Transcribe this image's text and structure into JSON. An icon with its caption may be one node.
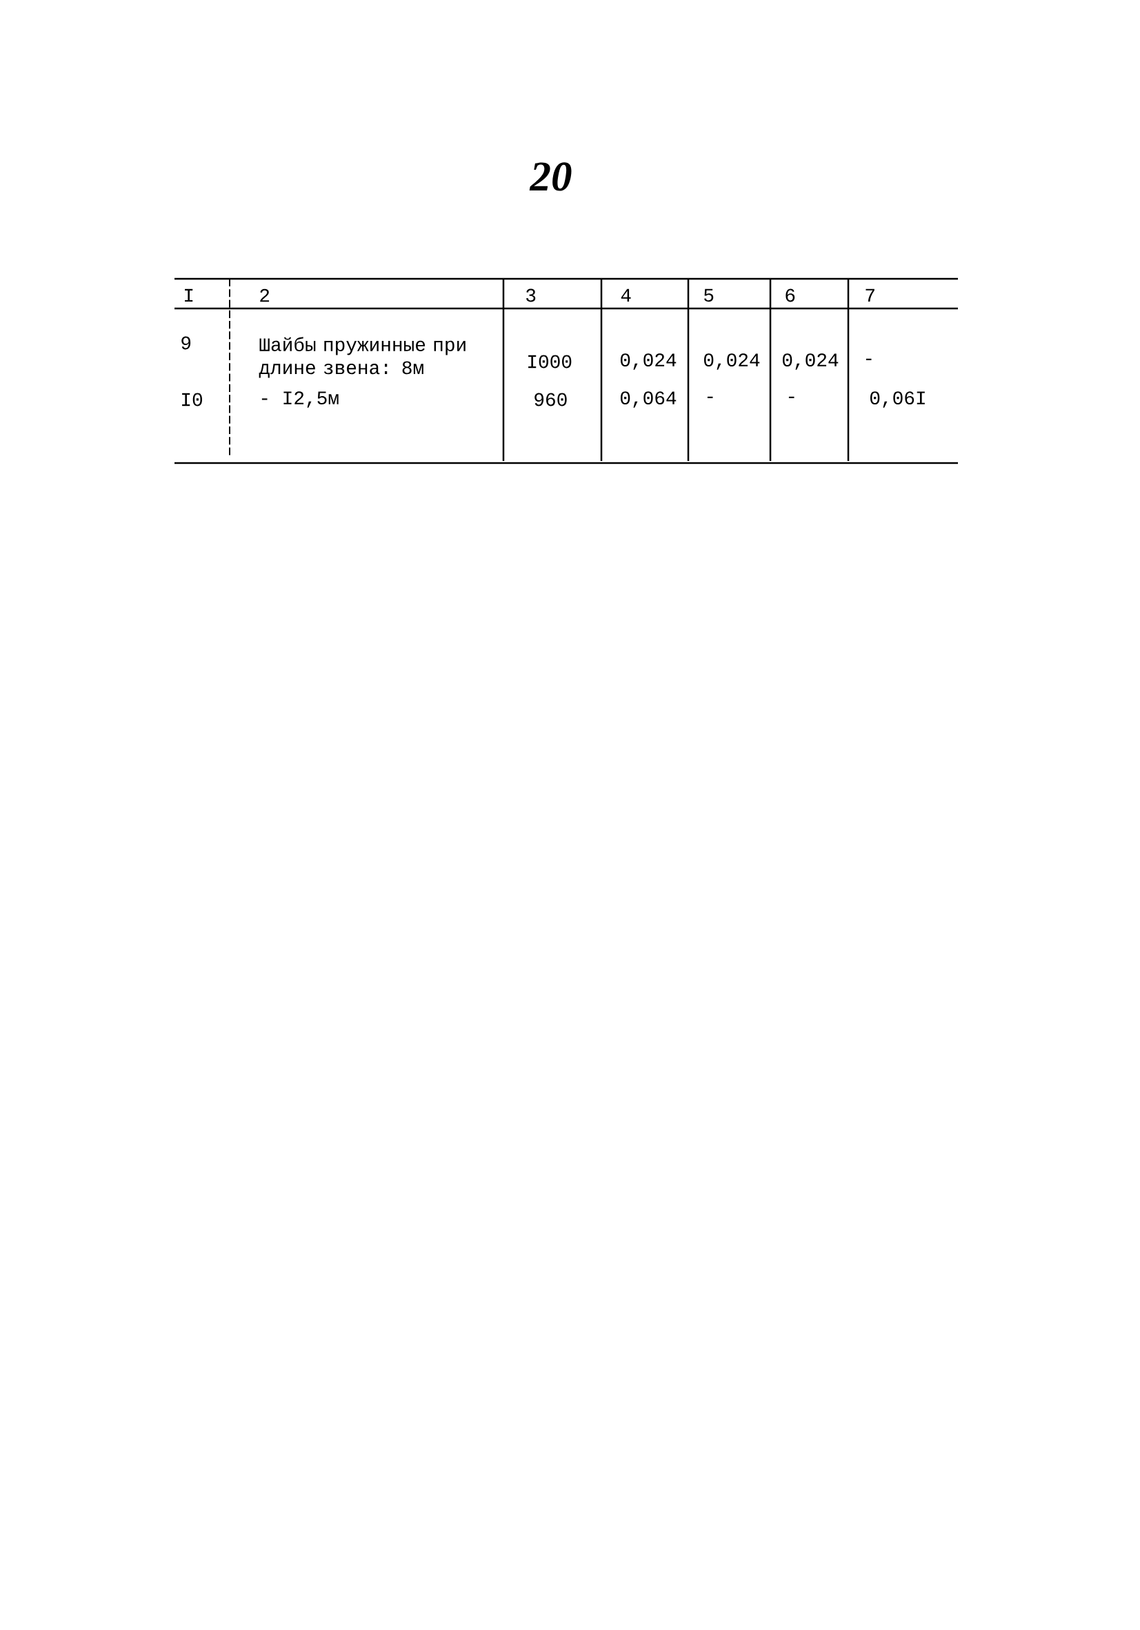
{
  "diagram": {
    "labels": [
      "20",
      "I",
      "2",
      "3",
      "4",
      "5",
      "6",
      "7",
      "9",
      "Шайбы пружинные при длине звена: 8м",
      "I000",
      "0,024",
      "0,024",
      "0,024",
      "-",
      "I0",
      "- I2,5м",
      "960",
      "0,064",
      "-",
      "-",
      "0,06I"
    ]
  }
}
